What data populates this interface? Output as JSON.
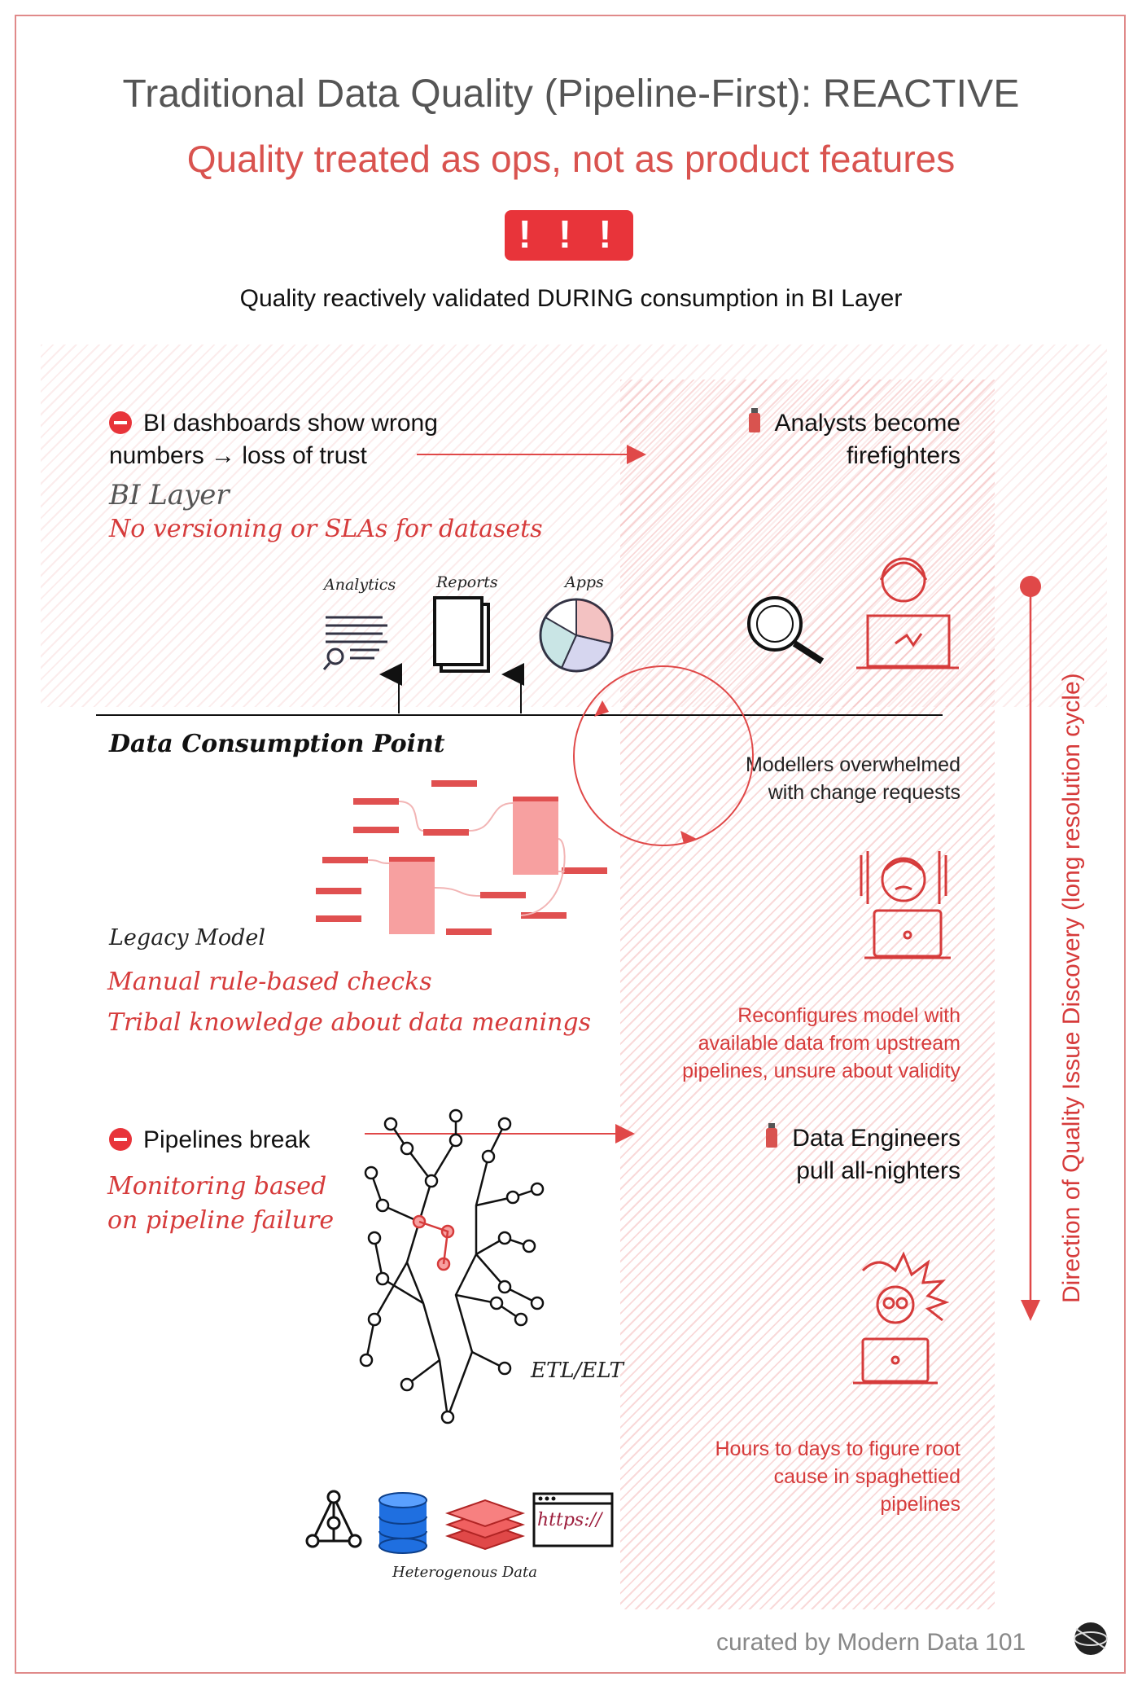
{
  "title": "Traditional Data Quality (Pipeline-First): REACTIVE",
  "subtitle": "Quality treated as ops, not as product features",
  "alert_text": "! ! !",
  "tagline": "Quality reactively validated DURING consumption in BI Layer",
  "bi": {
    "problem_line1": "BI dashboards show wrong",
    "problem_line2": "numbers → loss of trust",
    "layer_label": "BI Layer",
    "note": "No versioning or SLAs for datasets",
    "icons": [
      "Analytics",
      "Reports",
      "Apps"
    ],
    "outcome_line1": "Analysts become",
    "outcome_line2": "firefighters"
  },
  "consumption_point": "Data Consumption Point",
  "model": {
    "outcome_line1": "Modellers overwhelmed",
    "outcome_line2": "with change requests",
    "label": "Legacy Model",
    "note1": "Manual rule-based checks",
    "note2": "Tribal knowledge about data meanings",
    "consequence_line1": "Reconfigures model with",
    "consequence_line2": "available data from upstream",
    "consequence_line3": "pipelines, unsure about validity"
  },
  "pipelines": {
    "problem": "Pipelines break",
    "note_line1": "Monitoring based",
    "note_line2": "on pipeline failure",
    "etl_label": "ETL/ELT",
    "outcome_line1": "Data Engineers",
    "outcome_line2": "pull all-nighters",
    "consequence_line1": "Hours to days to figure root",
    "consequence_line2": "cause in spaghettied",
    "consequence_line3": "pipelines"
  },
  "sources": {
    "label": "Heterogenous Data",
    "url_text": "https://"
  },
  "direction_label": "Direction of Quality Issue Discovery (long resolution cycle)",
  "footer": "curated by Modern Data 101",
  "colors": {
    "accent_red": "#d63b3b",
    "alert_red": "#e8343a",
    "frame": "#e08a8a",
    "hatch": "#eb9696",
    "db_blue": "#1f6fe0"
  }
}
